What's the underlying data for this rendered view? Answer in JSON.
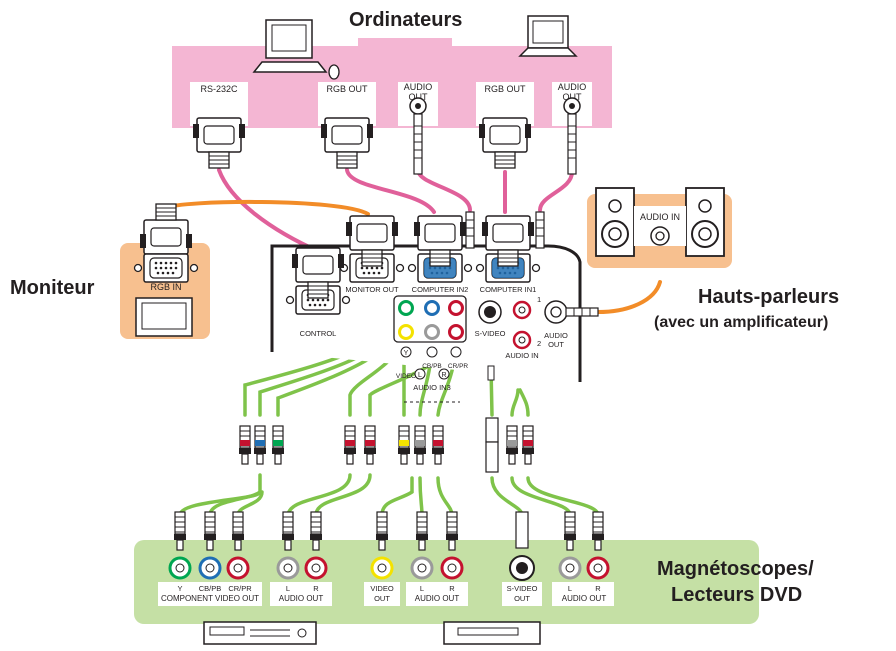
{
  "groups": {
    "computers": "Ordinateurs",
    "monitor": "Moniteur",
    "speakers_line1": "Hauts-parleurs",
    "speakers_line2": "(avec un amplificateur)",
    "video_line1": "Magnétoscopes/",
    "video_line2": "Lecteurs DVD"
  },
  "computer_ports": {
    "rs232c": "RS-232C",
    "rgb_out_1": "RGB OUT",
    "audio_out_1a": "AUDIO",
    "audio_out_1b": "OUT",
    "rgb_out_2": "RGB OUT",
    "audio_out_2a": "AUDIO",
    "audio_out_2b": "OUT"
  },
  "monitor_port": "RGB IN",
  "speaker_port": "AUDIO IN",
  "projector_ports": {
    "monitor_out": "MONITOR OUT",
    "computer_in2": "COMPUTER IN2",
    "computer_in1": "COMPUTER IN1",
    "control": "CONTROL",
    "s_video": "S-VIDEO",
    "audio_in": "AUDIO IN",
    "audio_in_1": "1",
    "audio_in_2": "2",
    "audio_out_a": "AUDIO",
    "audio_out_b": "OUT",
    "y": "Y",
    "cb_pb": "CB/PB",
    "cr_pr": "CR/PR",
    "video": "VIDEO",
    "l": "L",
    "r": "R",
    "audio_in3": "AUDIO IN3"
  },
  "av_ports": {
    "y": "Y",
    "cb_pb": "CB/PB",
    "cr_pr": "CR/PR",
    "component_video_out": "COMPONENT VIDEO OUT",
    "l1": "L",
    "r1": "R",
    "audio_out_1": "AUDIO OUT",
    "video_out_a": "VIDEO",
    "video_out_b": "OUT",
    "l2": "L",
    "r2": "R",
    "audio_out_2": "AUDIO OUT",
    "svideo_out_a": "S-VIDEO",
    "svideo_out_b": "OUT",
    "l3": "L",
    "r3": "R",
    "audio_out_3": "AUDIO OUT"
  },
  "colors": {
    "computer_zone": "#f4b6d3",
    "monitor_zone": "#f7c08f",
    "av_zone": "#c5e0a5",
    "pink_cable": "#e0609a",
    "orange_cable": "#f28c28",
    "green_cable": "#7fc34a",
    "port_blue": "#1f6eb4",
    "jack_yellow": "#f4e200",
    "jack_green": "#00a651",
    "jack_red": "#c4122f"
  }
}
